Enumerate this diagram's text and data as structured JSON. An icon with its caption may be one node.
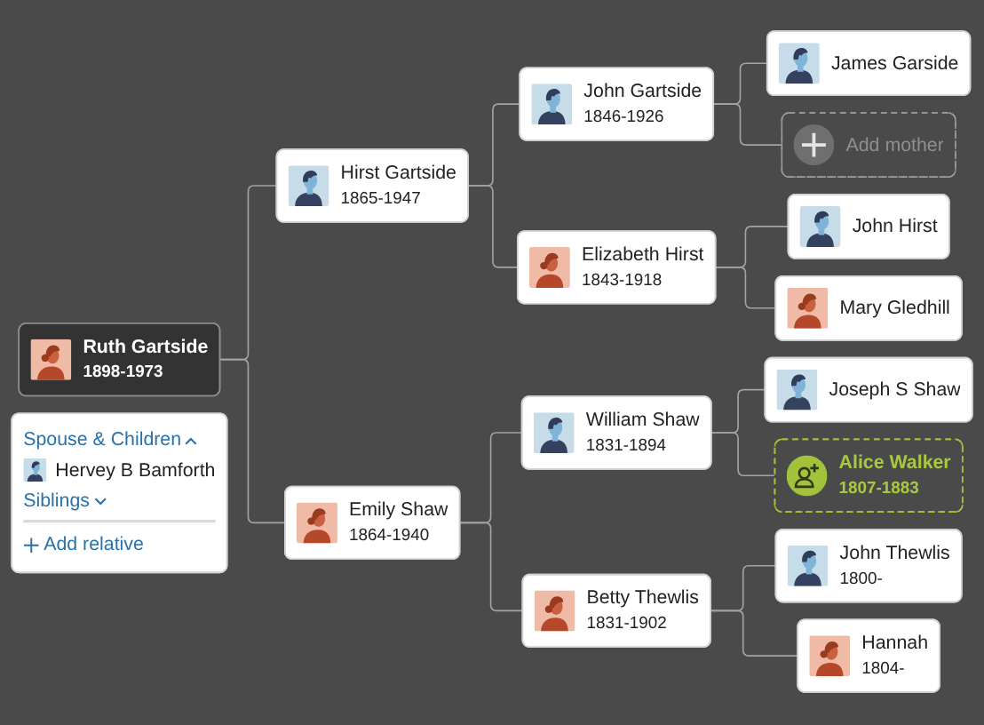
{
  "diagram": {
    "nodes": [
      {
        "text": [
          "Ruth Gartside",
          "1898-1973"
        ]
      },
      {
        "text": [
          "Spouse & Children",
          "Hervey B Bamforth",
          "Siblings",
          "Add relative"
        ]
      },
      {
        "text": [
          "Hirst Gartside",
          "1865-1947"
        ]
      },
      {
        "text": [
          "John Gartside",
          "1846-1926"
        ]
      },
      {
        "text": [
          "James Garside"
        ]
      },
      {
        "text": [
          "Add mother"
        ]
      },
      {
        "text": [
          "Elizabeth Hirst",
          "1843-1918"
        ]
      },
      {
        "text": [
          "John Hirst"
        ]
      },
      {
        "text": [
          "Mary Gledhill"
        ]
      },
      {
        "text": [
          "Emily Shaw",
          "1864-1940"
        ]
      },
      {
        "text": [
          "William Shaw",
          "1831-1894"
        ]
      },
      {
        "text": [
          "Joseph S Shaw"
        ]
      },
      {
        "text": [
          "Alice Walker",
          "1807-1883"
        ]
      },
      {
        "text": [
          "Betty Thewlis",
          "1831-1902"
        ]
      },
      {
        "text": [
          "John Thewlis",
          "1800-"
        ]
      },
      {
        "text": [
          "Hannah",
          "1804-"
        ]
      }
    ],
    "edges": [
      {
        "from": 0,
        "to": 2,
        "arrow": "none"
      },
      {
        "from": 0,
        "to": 9,
        "arrow": "none"
      },
      {
        "from": 2,
        "to": 3,
        "arrow": "none"
      },
      {
        "from": 2,
        "to": 6,
        "arrow": "none"
      },
      {
        "from": 3,
        "to": 4,
        "arrow": "none"
      },
      {
        "from": 3,
        "to": 5,
        "arrow": "none"
      },
      {
        "from": 6,
        "to": 7,
        "arrow": "none"
      },
      {
        "from": 6,
        "to": 8,
        "arrow": "none"
      },
      {
        "from": 9,
        "to": 10,
        "arrow": "none"
      },
      {
        "from": 9,
        "to": 13,
        "arrow": "none"
      },
      {
        "from": 10,
        "to": 11,
        "arrow": "none"
      },
      {
        "from": 10,
        "to": 12,
        "arrow": "none"
      },
      {
        "from": 13,
        "to": 14,
        "arrow": "none"
      },
      {
        "from": 13,
        "to": 15,
        "arrow": "none"
      }
    ]
  }
}
